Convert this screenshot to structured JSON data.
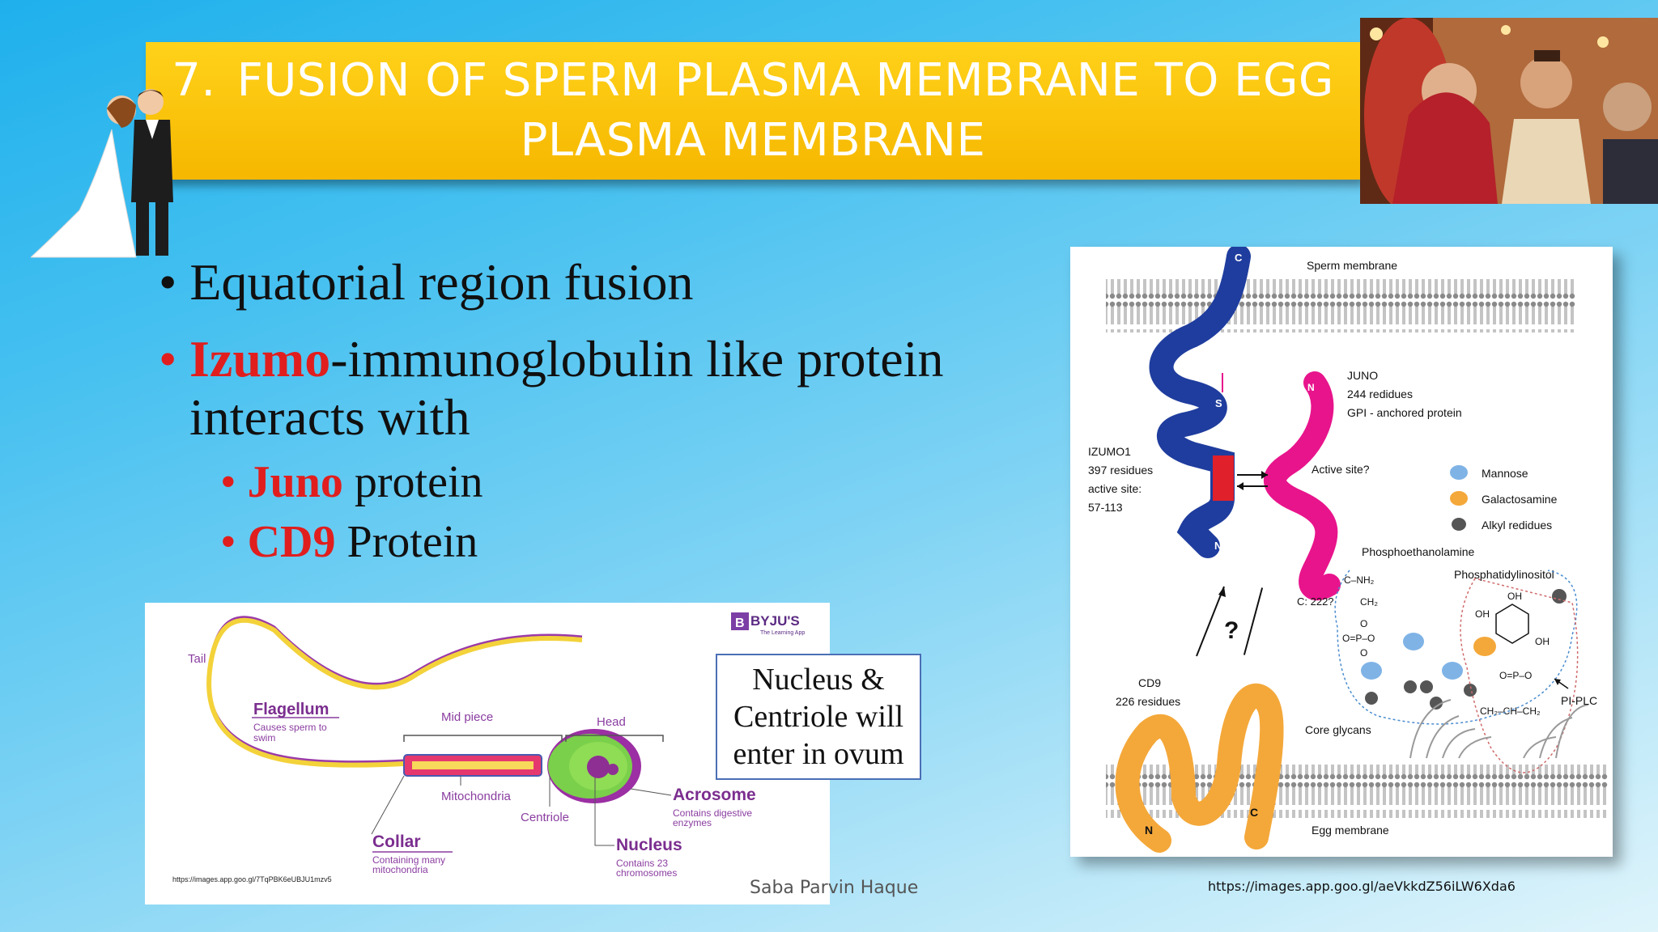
{
  "title": {
    "number": "7.",
    "text": "FUSION OF SPERM PLASMA MEMBRANE TO EGG PLASMA MEMBRANE"
  },
  "bullets": [
    {
      "text": "Equatorial region fusion"
    },
    {
      "highlight": "Izumo",
      "text": "-immunoglobulin like protein interacts with"
    }
  ],
  "sub_bullets": [
    {
      "highlight": "Juno",
      "text": " protein"
    },
    {
      "highlight": "CD9",
      "text": " Protein"
    }
  ],
  "bullet_char": "•",
  "sperm_diagram": {
    "brand": "BYJU'S",
    "brand_sub": "The Learning App",
    "labels": {
      "tail": "Tail",
      "flagellum": "Flagellum",
      "flagellum_desc": [
        "Causes sperm to",
        "swim"
      ],
      "mid_piece": "Mid piece",
      "head": "Head",
      "mitochondria": "Mitochondria",
      "centriole": "Centriole",
      "acrosome": "Acrosome",
      "acrosome_desc": [
        "Contains digestive",
        "enzymes"
      ],
      "collar": "Collar",
      "collar_desc": [
        "Containing many",
        "mitochondria"
      ],
      "nucleus": "Nucleus",
      "nucleus_desc": [
        "Contains 23",
        "chromosomes"
      ]
    },
    "url": "https://images.app.goo.gl/7TqPBK6eUBJU1mzv5"
  },
  "note": "Nucleus &\nCentriole will\nenter in ovum",
  "author": "Saba Parvin Haque",
  "fusion_diagram": {
    "labels": {
      "sperm_membrane": "Sperm membrane",
      "egg_membrane": "Egg membrane",
      "juno": [
        "JUNO",
        "244 redidues",
        "GPI - anchored protein"
      ],
      "izumo": [
        "IZUMO1",
        "397 residues",
        "active site:",
        "57-113"
      ],
      "active_site": "Active site?",
      "legend": [
        "Mannose",
        "Galactosamine",
        "Alkyl redidues"
      ],
      "phosphoethanolamine": "Phosphoethanolamine",
      "phosphatidylinositol": "Phosphatidylinositol",
      "c222": "C: 222?",
      "cd9": [
        "CD9",
        "226 residues"
      ],
      "core_glycans": "Core glycans",
      "pi_plc": "PI-PLC",
      "question": "?",
      "term_c": "C",
      "term_n": "N",
      "term_s": "S",
      "chem": {
        "nh2": "C–NH₂",
        "ch2": "CH₂",
        "o": "O",
        "opo": "O=P–O",
        "oh": "OH",
        "opo2": "O=P–O",
        "glycerol": "CH₂–CH–CH₂"
      }
    },
    "colors": {
      "izumo": "#1f3d9e",
      "juno": "#e8148c",
      "cd9": "#f4a83a",
      "active": "#e0202a"
    },
    "url": "https://images.app.goo.gl/aeVkkdZ56iLW6Xda6"
  }
}
